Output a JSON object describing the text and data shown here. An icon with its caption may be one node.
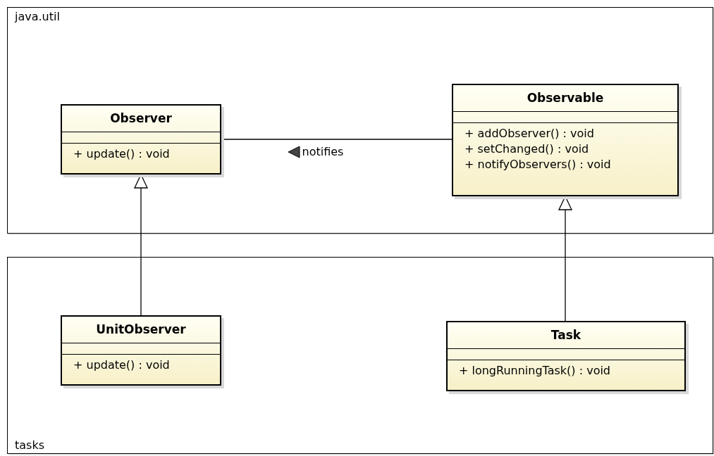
{
  "diagram": {
    "nodes": [
      {
        "text": [
          "java.util"
        ]
      },
      {
        "text": [
          "Observer",
          "+ update() : void"
        ],
        "in": 0
      },
      {
        "text": [
          "Observable",
          "+ addObserver() : void",
          "+ setChanged() : void",
          "+ notifyObservers() : void"
        ],
        "in": 0
      },
      {
        "text": [
          "tasks"
        ]
      },
      {
        "text": [
          "UnitObserver",
          "+ update() : void"
        ],
        "in": 3
      },
      {
        "text": [
          "Task",
          "+ longRunningTask() : void"
        ],
        "in": 3
      }
    ],
    "edges": [
      {
        "from": 2,
        "to": 1,
        "arrow": "none",
        "label": "notifies"
      },
      {
        "from": 4,
        "to": 1,
        "arrow": "to"
      },
      {
        "from": 5,
        "to": 2,
        "arrow": "to"
      }
    ]
  }
}
